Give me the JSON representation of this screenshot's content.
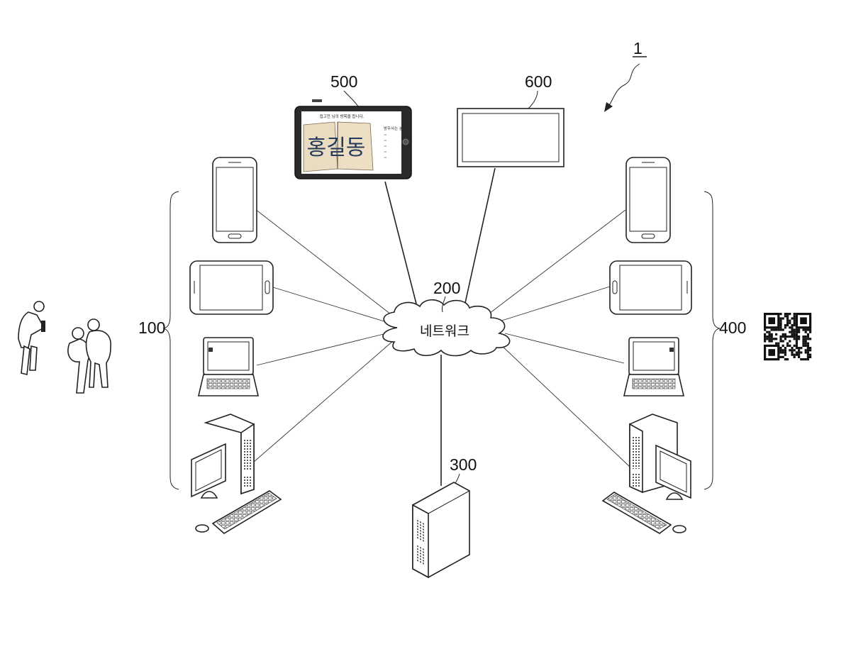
{
  "figure": {
    "labels": {
      "system": "1",
      "left_group": "100",
      "network": "200",
      "server": "300",
      "right_group": "400",
      "tablet_display": "500",
      "monitor_display": "600"
    },
    "network_label": "네트워크",
    "tablet_screen": {
      "header_text": "접고전 님의 방목을 합니다.",
      "handwriting": "홍길동",
      "side_header": "방우사는 분",
      "side_items": [
        "~",
        "~",
        "~",
        "~",
        "~"
      ]
    }
  }
}
